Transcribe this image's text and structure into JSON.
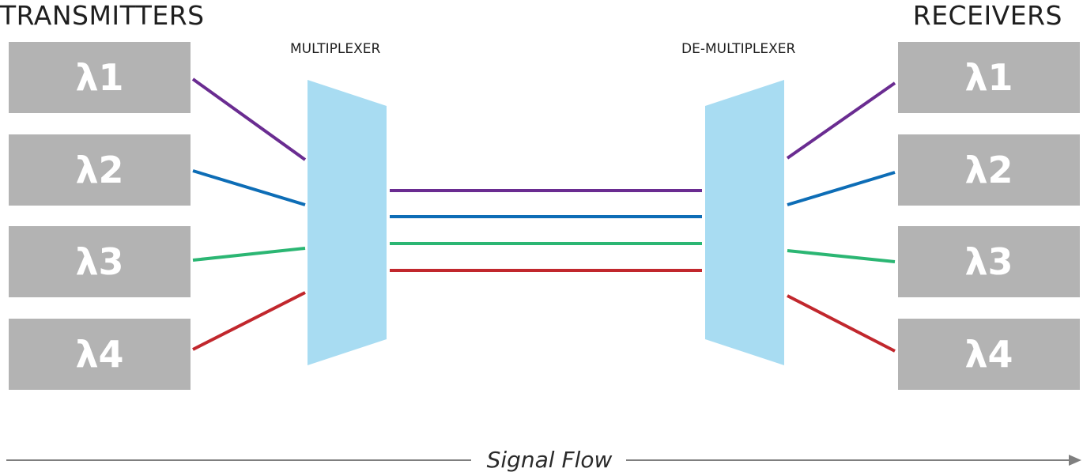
{
  "headings": {
    "transmitters": "TRANSMITTERS",
    "receivers": "RECEIVERS"
  },
  "devices": {
    "multiplexer": "MULTIPLEXER",
    "demultiplexer": "DE-MULTIPLEXER"
  },
  "transmitters": [
    {
      "label": "λ1"
    },
    {
      "label": "λ2"
    },
    {
      "label": "λ3"
    },
    {
      "label": "λ4"
    }
  ],
  "receivers": [
    {
      "label": "λ1"
    },
    {
      "label": "λ2"
    },
    {
      "label": "λ3"
    },
    {
      "label": "λ4"
    }
  ],
  "channel_colors": [
    "#6a2c91",
    "#0d6db6",
    "#2bb673",
    "#c1272d"
  ],
  "device_color": "#a8dcf2",
  "box_color": "#b3b3b3",
  "arrow_color": "#7f7f7f",
  "signal_flow": "Signal Flow"
}
